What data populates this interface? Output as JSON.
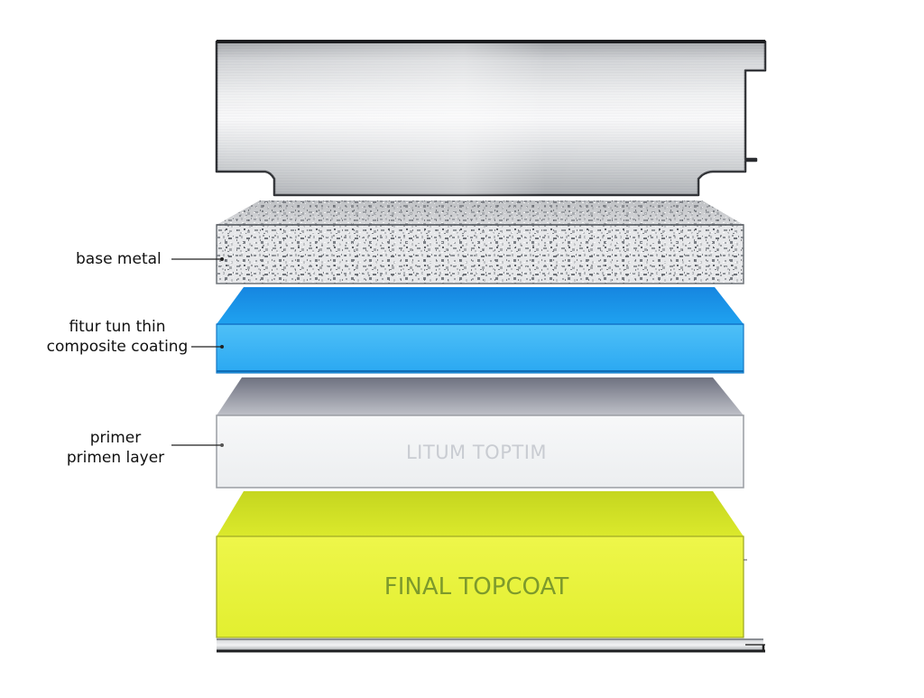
{
  "callouts": {
    "base_metal": "base metal",
    "composite_line1": "fitur tun thin",
    "composite_line2": "composite coating",
    "primer_line1": "primer",
    "primer_line2": "primen layer"
  },
  "layer_labels": {
    "primer_layer": "LITUM TOPTIM",
    "final_topcoat": "FINAL TOPCOAT"
  },
  "colors": {
    "composite_coating": "#2aa8f2",
    "primer_layer": "#f3f4f6",
    "final_topcoat": "#e6f23a",
    "final_topcoat_text": "#7d9a2c",
    "primer_text": "#c9ccd2"
  }
}
